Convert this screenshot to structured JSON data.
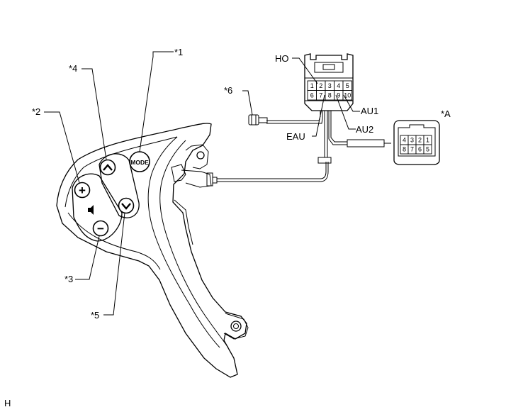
{
  "callouts": {
    "c1": "*1",
    "c2": "*2",
    "c3": "*3",
    "c4": "*4",
    "c5": "*5",
    "c6": "*6",
    "cA": "*A"
  },
  "buttons": {
    "mode": "MODE",
    "plus": "+",
    "minus": "−"
  },
  "terminals": {
    "ho": "HO",
    "eau": "EAU",
    "au1": "AU1",
    "au2": "AU2"
  },
  "connector_main": {
    "row1": [
      "1",
      "2",
      "3",
      "4",
      "5"
    ],
    "row2": [
      "6",
      "7",
      "8",
      "9",
      "10"
    ]
  },
  "connector_a": {
    "row1": [
      "4",
      "3",
      "2",
      "1"
    ],
    "row2": [
      "8",
      "7",
      "6",
      "5"
    ]
  },
  "footer_code": "H"
}
